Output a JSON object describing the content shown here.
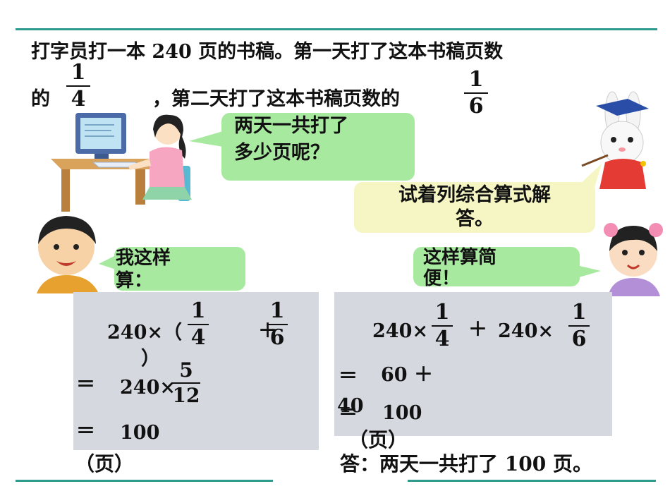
{
  "problem": {
    "line1": "打字员打一本 240 页的书稿。第一天打了这本书稿页数",
    "line2_prefix": "的",
    "frac1": {
      "num": "1",
      "den": "4"
    },
    "line2_mid": "，第二天打了这本书稿页数的",
    "frac2": {
      "num": "1",
      "den": "6"
    }
  },
  "bubbles": {
    "girl_question": [
      "两天一共打了",
      "多少页呢？"
    ],
    "rabbit_hint": [
      "试着列综合算式解",
      "答。"
    ],
    "boy_says": [
      "我这样",
      "算："
    ],
    "girl2_says": [
      "这样算简",
      "便！"
    ]
  },
  "left_solution": {
    "expr_prefix": "240×（",
    "frac_a": {
      "num": "1",
      "den": "4"
    },
    "plus": "＋",
    "frac_b": {
      "num": "1",
      "den": "6"
    },
    "close_paren": "）",
    "step2_eq": "＝",
    "step2_prefix": "240×",
    "step2_frac": {
      "num": "5",
      "den": "12"
    },
    "step3_eq": "＝",
    "step3_value": "100",
    "unit": "（页）"
  },
  "right_solution": {
    "term1_prefix": "240×",
    "frac_a": {
      "num": "1",
      "den": "4"
    },
    "plus": "＋",
    "term2_prefix": "240×",
    "frac_b": {
      "num": "1",
      "den": "6"
    },
    "step2_eq": "＝",
    "step2_expr": "60 ＋",
    "step2_40": "40",
    "step3_eq": "＝",
    "step3_value": "100",
    "unit": "（页）"
  },
  "answer": "答：两天一共打了 100 页。",
  "colors": {
    "accent_line": "#2e9a8e",
    "bubble_green": "#a8e9a0",
    "bubble_yellow": "#f6f6c4",
    "panel": "#d6d8e0"
  }
}
